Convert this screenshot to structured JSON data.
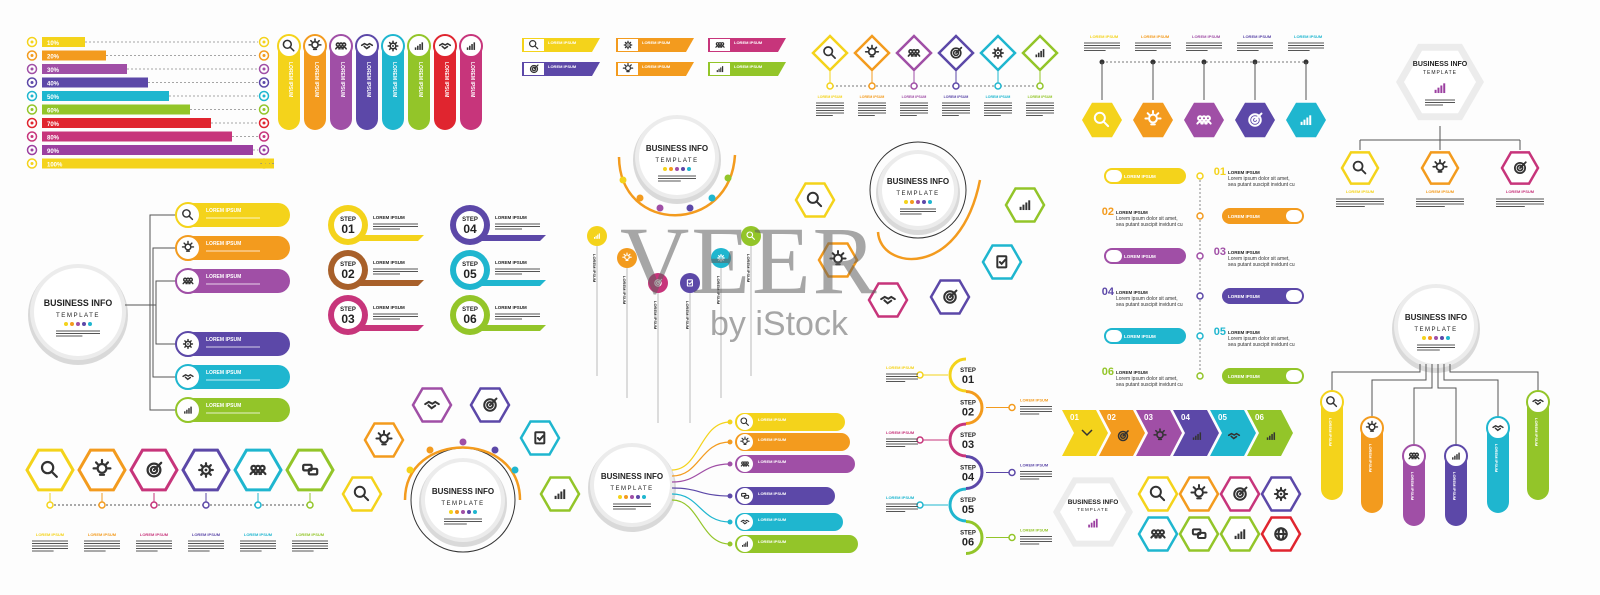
{
  "colors": [
    "#f4d31b",
    "#f39b1e",
    "#a04fa6",
    "#5c48a8",
    "#1fb6cf",
    "#93c529",
    "#e0252f",
    "#c7357b",
    "#9b3fa0"
  ],
  "labels": {
    "business_info": "BUSINESS INFO",
    "template": "TEMPLATE",
    "lorem": "LOREM IPSUM",
    "step": "STEP",
    "lorem_line1": "Lorem ipsum dolor sit amet,",
    "lorem_line2": "sea putant suscipit invidunt cu"
  },
  "bar_chart": {
    "percent_labels": [
      "10%",
      "20%",
      "30%",
      "40%",
      "50%",
      "60%",
      "70%",
      "80%",
      "90%",
      "100%"
    ],
    "values": [
      10,
      20,
      30,
      40,
      50,
      60,
      70,
      80,
      90,
      100
    ]
  },
  "vertical_pills": {
    "icons": [
      "search-icon",
      "bulb-icon",
      "team-icon",
      "handshake-icon",
      "gear-icon",
      "chart-icon",
      "handshake-icon",
      "chart-icon"
    ]
  },
  "mini_tabs": {
    "icons": [
      "search-icon",
      "gear-icon",
      "team-icon",
      "target-icon",
      "bulb-icon",
      "chart-icon"
    ]
  },
  "diamond_timeline": {
    "icons": [
      "search-icon",
      "bulb-icon",
      "team-icon",
      "target-icon",
      "gear-icon",
      "chart-icon"
    ]
  },
  "hex_row_top": {
    "icons": [
      "search-icon",
      "bulb-icon",
      "team-icon",
      "target-icon",
      "chart-icon"
    ]
  },
  "org_chart_top": {
    "icons": [
      "search-icon",
      "bulb-icon",
      "target-icon"
    ]
  },
  "left_tree": {
    "icons": [
      "search-icon",
      "bulb-icon",
      "team-icon",
      "gear-icon",
      "handshake-icon",
      "chart-icon"
    ]
  },
  "steps_circles": {
    "numbers": [
      "01",
      "02",
      "03",
      "04",
      "05",
      "06"
    ]
  },
  "bottom_hex_timeline": {
    "icons": [
      "search-icon",
      "bulb-icon",
      "target-icon",
      "gear-icon",
      "team-icon",
      "chat-icon"
    ]
  },
  "vertical_steps": {
    "numbers": [
      "01",
      "02",
      "03",
      "04",
      "05",
      "06"
    ]
  },
  "numbered_list": {
    "numbers": [
      "01",
      "02",
      "03",
      "04",
      "05",
      "06"
    ]
  },
  "arrows": {
    "numbers": [
      "01",
      "02",
      "03",
      "04",
      "05",
      "06"
    ]
  },
  "hex_grid": {
    "icons": [
      "search-icon",
      "bulb-icon",
      "target-icon",
      "gear-icon",
      "team-icon",
      "chat-icon",
      "chart-icon",
      "globe-icon"
    ]
  },
  "watermark": {
    "brand": "VEER",
    "by": "by iStock"
  }
}
